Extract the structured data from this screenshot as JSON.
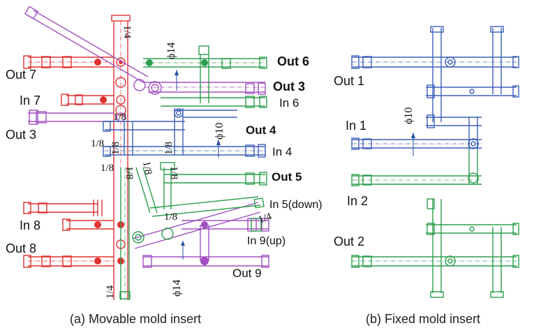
{
  "captions": {
    "a": "(a) Movable mold insert",
    "b": "(b) Fixed mold insert"
  },
  "colors": {
    "red": "#e03030",
    "purple": "#a050c0",
    "green": "#2e9e4e",
    "blue": "#3c5fb8",
    "dim": "#2050a0"
  },
  "labels_a": {
    "out7": "Out 7",
    "in7": "In 7",
    "out3_left": "Out 3",
    "in8": "In 8",
    "out8": "Out 8",
    "out6": "Out 6",
    "out3_right": "Out 3",
    "in6": "In 6",
    "out4": "Out 4",
    "in4": "In 4",
    "out5": "Out 5",
    "in5": "In 5(down)",
    "in9": "In 9(up)",
    "out9": "Out 9",
    "quarter_top": "1/4",
    "quarter_right": "1/4",
    "quarter_bottom": "1/4",
    "eighth_1": "1/8",
    "eighth_2": "1/8",
    "eighth_3": "1/8",
    "eighth_4": "1/8",
    "eighth_5": "1/8",
    "eighth_6": "1/8",
    "eighth_7": "1/8",
    "eighth_8": "1/8",
    "eighth_9": "1/8",
    "phi14_top": "ϕ14",
    "phi10": "ϕ10",
    "phi14_bottom": "ϕ14"
  },
  "labels_b": {
    "out1": "Out 1",
    "in1": "In 1",
    "in2": "In 2",
    "out2": "Out 2",
    "phi10": "ϕ10"
  }
}
